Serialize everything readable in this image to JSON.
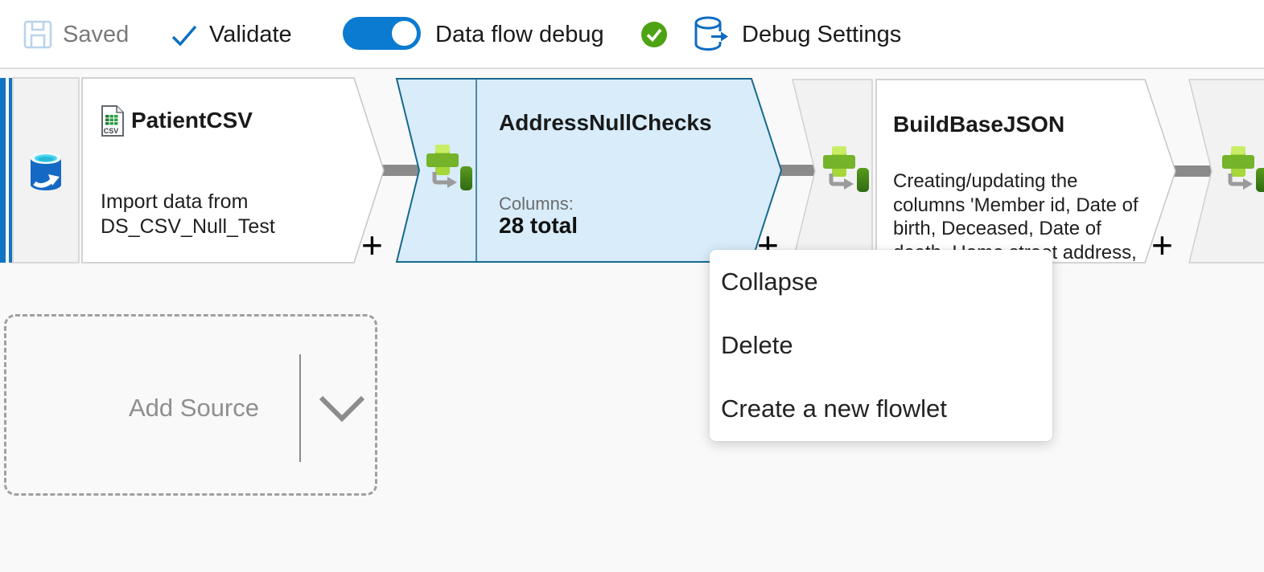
{
  "toolbar": {
    "saved_label": "Saved",
    "validate_label": "Validate",
    "debug_toggle_label": "Data flow debug",
    "debug_toggle_state": "on",
    "debug_settings_label": "Debug Settings"
  },
  "flow": {
    "nodes": [
      {
        "title": "PatientCSV",
        "type": "source",
        "description": "Import data from DS_CSV_Null_Test",
        "csv_icon_label": "CSV",
        "add_label": "+"
      },
      {
        "title": "AddressNullChecks",
        "type": "derived-column",
        "selected": true,
        "columns_label": "Columns:",
        "columns_value": "28 total",
        "add_label": "+"
      },
      {
        "title": "BuildBaseJSON",
        "type": "derived-column",
        "description": "Creating/updating the columns 'Member id, Date of birth, Deceased, Date of death, Home street address,",
        "add_label": "+"
      },
      {
        "title": "",
        "type": "derived-column",
        "partial": true
      }
    ]
  },
  "context_menu": {
    "items": [
      {
        "label": "Collapse"
      },
      {
        "label": "Delete"
      },
      {
        "label": "Create a new flowlet"
      }
    ]
  },
  "add_source": {
    "label": "Add Source"
  },
  "colors": {
    "accent_blue": "#0078d4",
    "success_green": "#4ea314",
    "selected_fill": "#d8ecfa",
    "selected_border": "#17698e",
    "node_border": "#c6c6c6",
    "segment_gray": "#f2f2f2",
    "connector_gray": "#8a8a8a",
    "stripe_blue": "#1274c4"
  }
}
